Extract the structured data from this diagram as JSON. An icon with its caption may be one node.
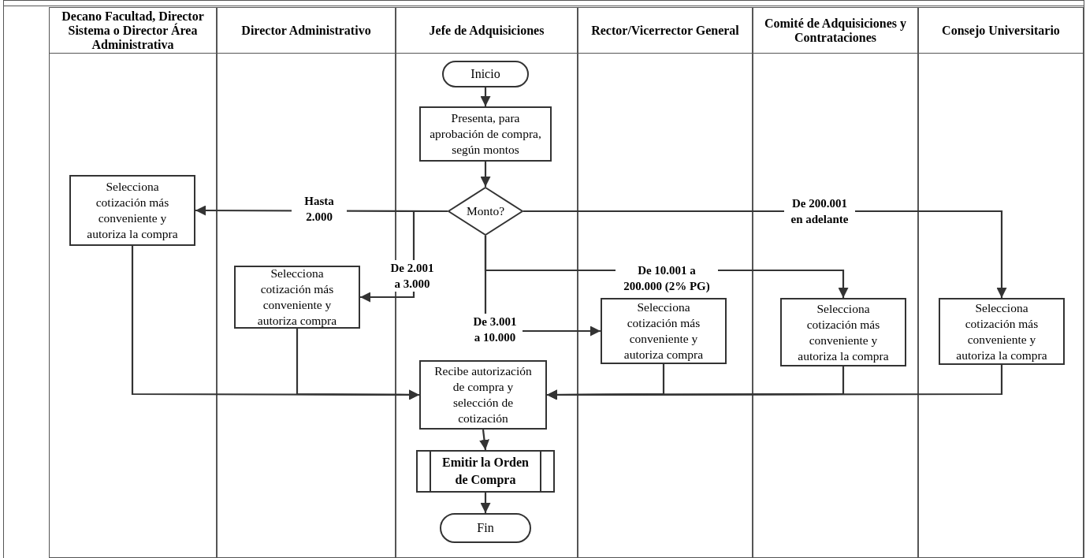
{
  "diagram": {
    "nodes": [
      {
        "text": [
          "Decano Facultad, Director Sistema o Director Área Administrativa"
        ]
      },
      {
        "text": [
          "Director Administrativo"
        ]
      },
      {
        "text": [
          "Jefe de Adquisiciones"
        ]
      },
      {
        "text": [
          "Rector/Vicerrector General"
        ]
      },
      {
        "text": [
          "Comité de Adquisiciones y Contrataciones"
        ]
      },
      {
        "text": [
          "Consejo Universitario"
        ]
      },
      {
        "text": [
          "Inicio"
        ],
        "in": 2
      },
      {
        "text": [
          "Presenta, para aprobación de compra, según montos"
        ],
        "in": 2
      },
      {
        "text": [
          "Monto?"
        ],
        "in": 2
      },
      {
        "text": [
          "Selecciona cotización más conveniente y autoriza la compra"
        ],
        "in": 0
      },
      {
        "text": [
          "Selecciona cotización más conveniente y autoriza compra"
        ],
        "in": 1
      },
      {
        "text": [
          "Selecciona cotización más conveniente y autoriza compra"
        ],
        "in": 3
      },
      {
        "text": [
          "Selecciona cotización más conveniente y autoriza la compra"
        ],
        "in": 4
      },
      {
        "text": [
          "Selecciona cotización más conveniente y autoriza la compra"
        ],
        "in": 5
      },
      {
        "text": [
          "Recibe autorización de compra y selección de cotización"
        ],
        "in": 2
      },
      {
        "text": [
          "Emitir la Orden de Compra"
        ],
        "in": 2
      },
      {
        "text": [
          "Fin"
        ],
        "in": 2
      }
    ],
    "edges": [
      {
        "from": 6,
        "to": 7,
        "arrow": "to"
      },
      {
        "from": 7,
        "to": 8,
        "arrow": "to"
      },
      {
        "from": 8,
        "to": 9,
        "arrow": "to",
        "label": "Hasta 2.000"
      },
      {
        "from": 8,
        "to": 10,
        "arrow": "to",
        "label": "De 2.001 a 3.000"
      },
      {
        "from": 8,
        "to": 11,
        "arrow": "to",
        "label": "De 3.001 a 10.000"
      },
      {
        "from": 8,
        "to": 12,
        "arrow": "to",
        "label": "De 10.001 a 200.000 (2% PG)"
      },
      {
        "from": 8,
        "to": 13,
        "arrow": "to",
        "label": "De 200.001 en adelante"
      },
      {
        "from": 9,
        "to": 14,
        "arrow": "to"
      },
      {
        "from": 10,
        "to": 14,
        "arrow": "to"
      },
      {
        "from": 11,
        "to": 14,
        "arrow": "to"
      },
      {
        "from": 12,
        "to": 14,
        "arrow": "to"
      },
      {
        "from": 13,
        "to": 14,
        "arrow": "to"
      },
      {
        "from": 14,
        "to": 15,
        "arrow": "to"
      },
      {
        "from": 15,
        "to": 16,
        "arrow": "to"
      }
    ]
  }
}
